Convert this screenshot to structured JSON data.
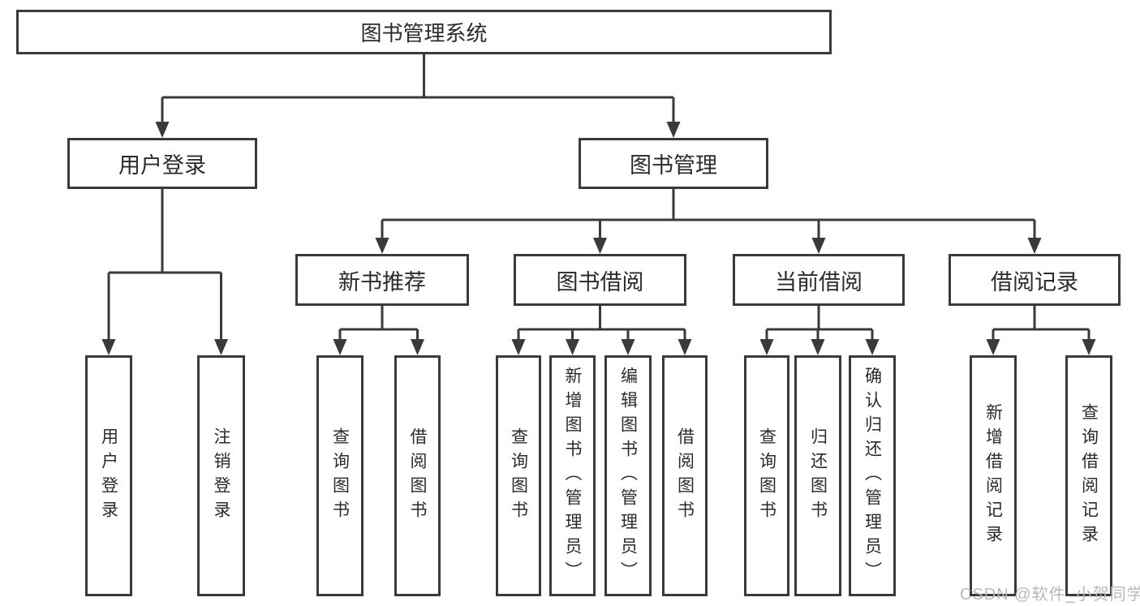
{
  "colors": {
    "line": "#3a3a3a",
    "box_border": "#3a3a3a",
    "text": "#2b2b2b",
    "watermark": "#b9b9bd",
    "background": "#ffffff"
  },
  "watermark": {
    "text": "CSDN @软件_小贺同学"
  },
  "tree": {
    "label": "图书管理系统",
    "children": [
      {
        "label": "用户登录",
        "children": [
          {
            "label": "用户登录"
          },
          {
            "label": "注销登录"
          }
        ]
      },
      {
        "label": "图书管理",
        "children": [
          {
            "label": "新书推荐",
            "children": [
              {
                "label": "查询图书"
              },
              {
                "label": "借阅图书"
              }
            ]
          },
          {
            "label": "图书借阅",
            "children": [
              {
                "label": "查询图书"
              },
              {
                "label": "新增图书（管理员）"
              },
              {
                "label": "编辑图书（管理员）"
              },
              {
                "label": "借阅图书"
              }
            ]
          },
          {
            "label": "当前借阅",
            "children": [
              {
                "label": "查询图书"
              },
              {
                "label": "归还图书"
              },
              {
                "label": "确认归还（管理员）"
              }
            ]
          },
          {
            "label": "借阅记录",
            "children": [
              {
                "label": "新增借阅记录"
              },
              {
                "label": "查询借阅记录"
              }
            ]
          }
        ]
      }
    ]
  }
}
